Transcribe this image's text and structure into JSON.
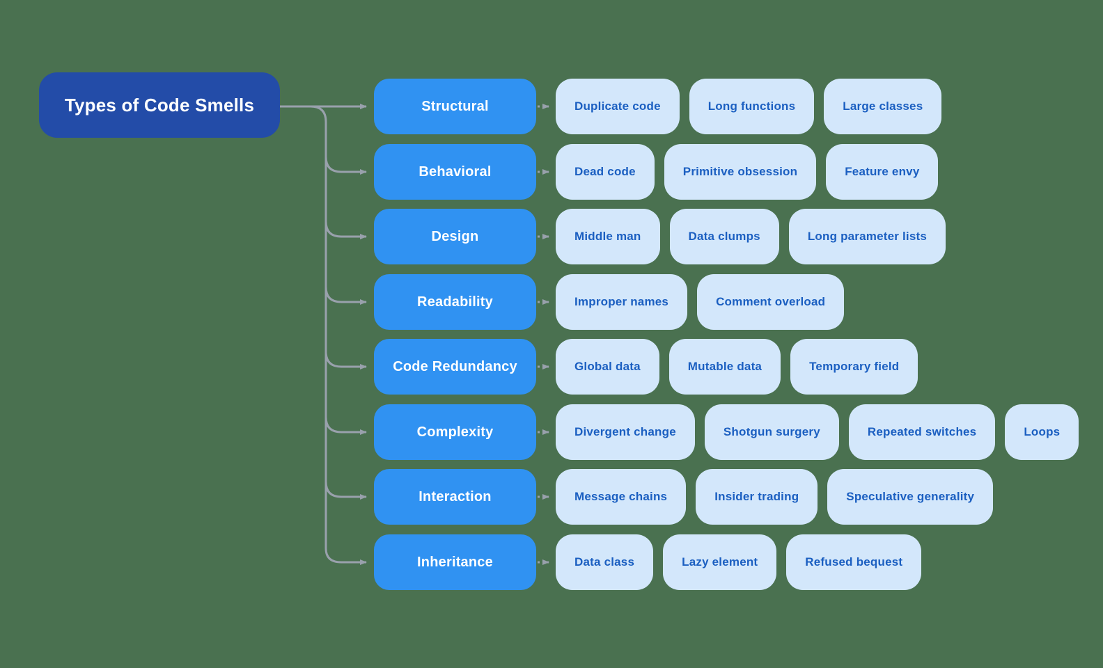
{
  "title": "Types of Code Smells",
  "colors": {
    "background": "#4a7150",
    "root_box": "#234ca8",
    "root_text": "#ffffff",
    "category_box": "#3092f2",
    "category_text": "#ffffff",
    "item_box": "#d3e7fb",
    "item_text": "#1b5fc1",
    "connector": "#99a1ac"
  },
  "categories": [
    {
      "label": "Structural",
      "items": [
        "Duplicate code",
        "Long functions",
        "Large classes"
      ]
    },
    {
      "label": "Behavioral",
      "items": [
        "Dead code",
        "Primitive obsession",
        "Feature envy"
      ]
    },
    {
      "label": "Design",
      "items": [
        "Middle man",
        "Data clumps",
        "Long parameter lists"
      ]
    },
    {
      "label": "Readability",
      "items": [
        "Improper names",
        "Comment overload"
      ]
    },
    {
      "label": "Code Redundancy",
      "items": [
        "Global data",
        "Mutable data",
        "Temporary field"
      ]
    },
    {
      "label": "Complexity",
      "items": [
        "Divergent change",
        "Shotgun surgery",
        "Repeated switches",
        "Loops"
      ]
    },
    {
      "label": "Interaction",
      "items": [
        "Message chains",
        "Insider trading",
        "Speculative generality"
      ]
    },
    {
      "label": "Inheritance",
      "items": [
        "Data class",
        "Lazy element",
        "Refused bequest"
      ]
    }
  ]
}
